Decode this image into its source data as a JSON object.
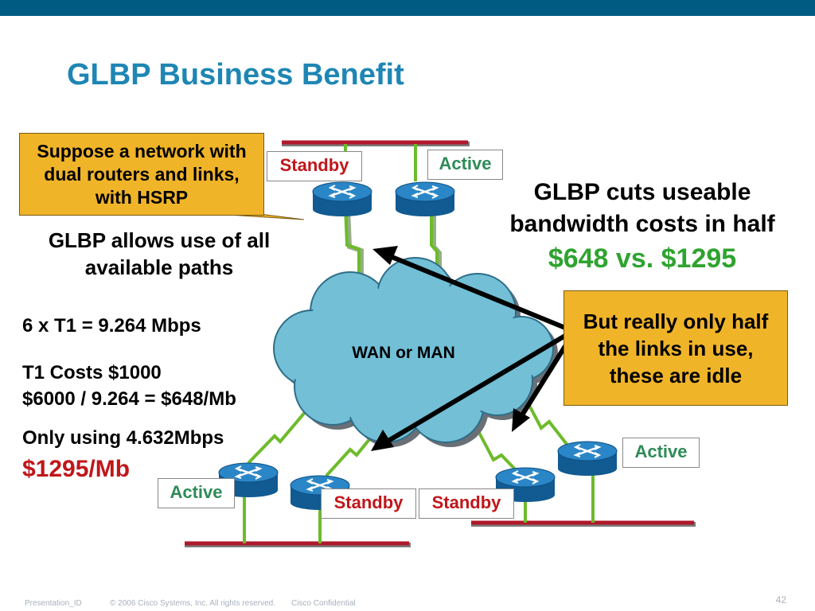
{
  "slide": {
    "title": "GLBP Business Benefit",
    "page_number": "42"
  },
  "callouts": {
    "hsrp_note": "Suppose a network with dual routers and links, with HSRP",
    "idle_note": "But really only half the links in use,\n these are idle"
  },
  "text": {
    "allows": "GLBP allows use of all available paths",
    "cuts": "GLBP cuts useable bandwidth costs in half",
    "price_compare": "$648 vs. $1295",
    "t1_speed": "6 x T1 = 9.264 Mbps",
    "t1_costs": "T1 Costs $1000\n$6000 / 9.264 = $648/Mb",
    "only_using": "Only using 4.632Mbps",
    "per_mb": "$1295/Mb"
  },
  "diagram": {
    "cloud_label": "WAN or MAN",
    "labels": {
      "top_left": "Standby",
      "top_right": "Active",
      "bottom_left_active": "Active",
      "bottom_left_standby": "Standby",
      "bottom_right_standby": "Standby",
      "right_active": "Active"
    }
  },
  "footer": {
    "presentation_id": "Presentation_ID",
    "copyright": "© 2006 Cisco Systems, Inc. All rights reserved.",
    "confidential": "Cisco Confidential"
  },
  "colors": {
    "top_bar": "#005b82",
    "title": "#1e86b4",
    "callout_fill": "#f0b429",
    "router_blue": "#1c76b8",
    "cloud": "#72bfd6",
    "link_green": "#6dbb2a",
    "lan_red": "#b0182b",
    "price_green": "#2fa32f",
    "price_red": "#c0161a"
  }
}
